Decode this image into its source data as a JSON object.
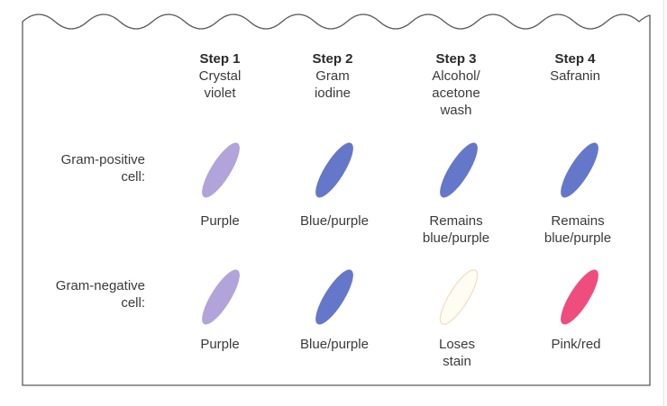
{
  "steps": [
    {
      "title": "Step 1",
      "reagent": [
        "Crystal",
        "violet"
      ]
    },
    {
      "title": "Step 2",
      "reagent": [
        "Gram",
        "iodine"
      ]
    },
    {
      "title": "Step 3",
      "reagent": [
        "Alcohol/",
        "acetone",
        "wash"
      ]
    },
    {
      "title": "Step 4",
      "reagent": [
        "Safranin"
      ]
    }
  ],
  "rows": [
    {
      "label": [
        "Gram-positive",
        "cell:"
      ],
      "results": [
        {
          "text": [
            "Purple"
          ],
          "cell_color": "#b3a3db"
        },
        {
          "text": [
            "Blue/purple"
          ],
          "cell_color": "#6477c9"
        },
        {
          "text": [
            "Remains",
            "blue/purple"
          ],
          "cell_color": "#6477c9"
        },
        {
          "text": [
            "Remains",
            "blue/purple"
          ],
          "cell_color": "#6477c9"
        }
      ]
    },
    {
      "label": [
        "Gram-negative",
        "cell:"
      ],
      "results": [
        {
          "text": [
            "Purple"
          ],
          "cell_color": "#b3a3db"
        },
        {
          "text": [
            "Blue/purple"
          ],
          "cell_color": "#6477c9"
        },
        {
          "text": [
            "Loses",
            "stain"
          ],
          "cell_color": "#fffcf3"
        },
        {
          "text": [
            "Pink/red"
          ],
          "cell_color": "#ee4d7d"
        }
      ]
    }
  ],
  "colors": {
    "frame_stroke": "#5b5b5b",
    "unstained_outline": "#f1dcc0",
    "text": "#3a3a3a"
  }
}
